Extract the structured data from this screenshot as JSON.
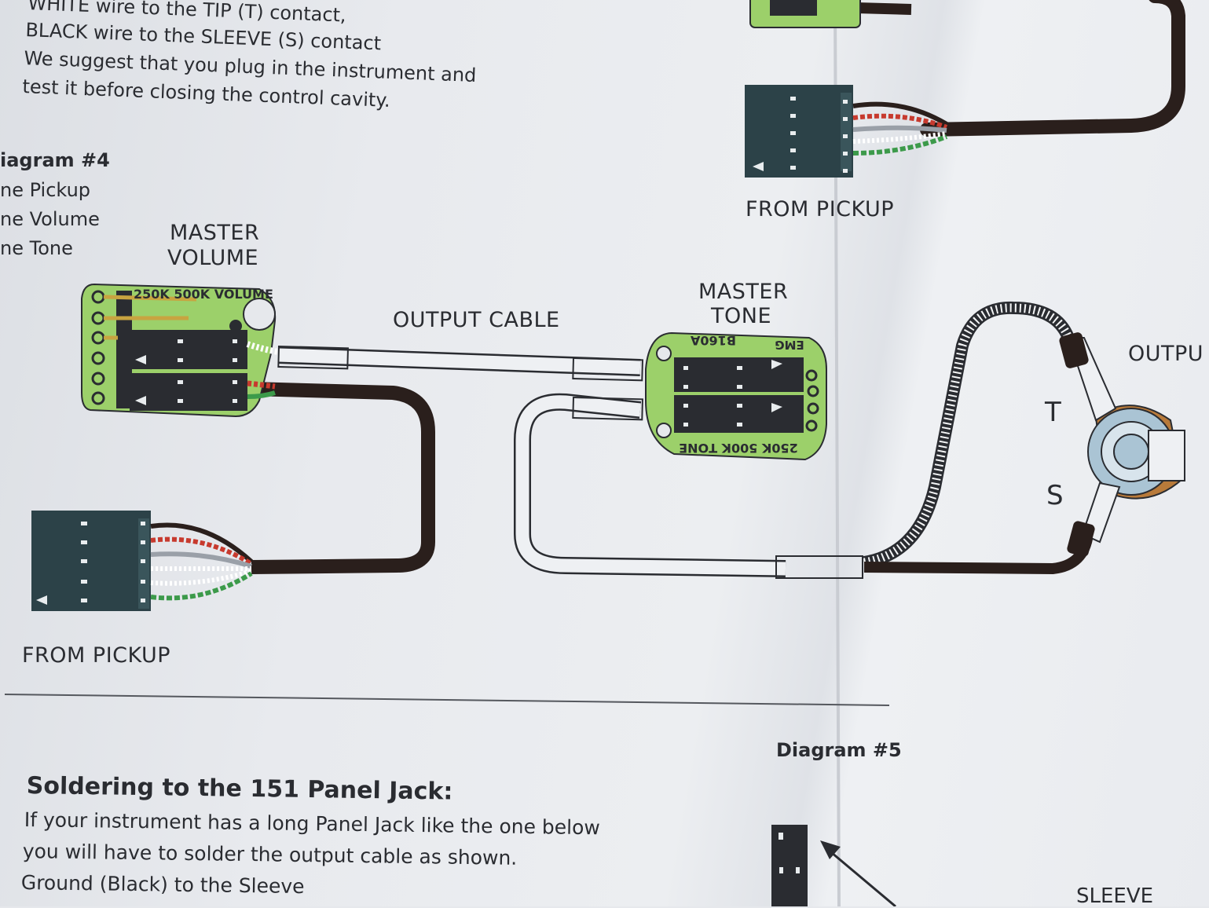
{
  "intro": {
    "lines": [
      "WHITE wire to the TIP (T) contact,",
      "BLACK wire to the SLEEVE (S) contact",
      "We suggest that you plug in the instrument and",
      "test it before closing the control cavity."
    ]
  },
  "diagram4": {
    "title": "iagram #4",
    "specs": [
      "ne Pickup",
      "ne Volume",
      "ne Tone"
    ],
    "labels": {
      "master_volume_1": "MASTER",
      "master_volume_2": "VOLUME",
      "output_cable": "OUTPUT CABLE",
      "master_tone_1": "MASTER",
      "master_tone_2": "TONE",
      "from_pickup_left": "FROM PICKUP",
      "from_pickup_right": "FROM PICKUP",
      "output_jack": "OUTPU",
      "tip": "T",
      "sleeve": "S"
    },
    "pot_text": {
      "volume_pot": "250K 500K VOLUME",
      "tone_pot_top_left": "B160A",
      "tone_pot_top_right": "EMG",
      "tone_pot_bottom": "250K 500K TONE"
    }
  },
  "section2": {
    "title": "Soldering to the 151 Panel Jack:",
    "lines": [
      "If your instrument has a long Panel Jack like the one below",
      "you will have to solder the output cable as shown.",
      "Ground (Black) to the Sleeve"
    ]
  },
  "diagram5": {
    "title": "Diagram #5",
    "sleeve_label": "SLEEVE"
  },
  "colors": {
    "board_green": "#9cd06a",
    "connector_teal": "#2c4248",
    "cable_dark": "#2a1f1c",
    "jack_brown": "#b87a3a",
    "jack_blue": "#aac4d4"
  }
}
